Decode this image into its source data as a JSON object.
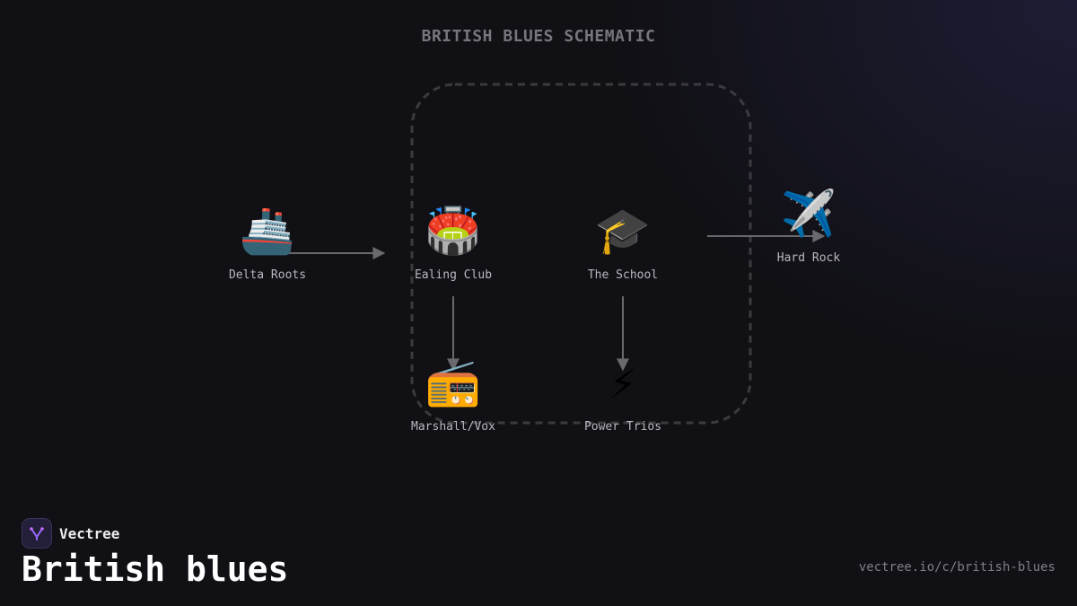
{
  "diagram": {
    "title": "BRITISH BLUES SCHEMATIC",
    "nodes": [
      {
        "id": "delta",
        "emoji": "🚢",
        "label": "Delta Roots"
      },
      {
        "id": "ealing",
        "emoji": "🏟️",
        "label": "Ealing Club"
      },
      {
        "id": "school",
        "emoji": "🎓",
        "label": "The School"
      },
      {
        "id": "hardrock",
        "emoji": "✈️",
        "label": "Hard Rock"
      },
      {
        "id": "marshall",
        "emoji": "📻",
        "label": "Marshall/Vox"
      },
      {
        "id": "trios",
        "emoji": "⚡",
        "label": "Power Trios"
      }
    ],
    "edges": [
      {
        "from": "delta",
        "to": "ealing"
      },
      {
        "from": "school",
        "to": "hardrock"
      },
      {
        "from": "ealing",
        "to": "marshall"
      },
      {
        "from": "school",
        "to": "trios"
      }
    ],
    "colors": {
      "edge": "#6a6a6e",
      "group_border": "#3b3b3f"
    }
  },
  "brand": {
    "name": "Vectree",
    "logo_icon": "vectree-logo-icon"
  },
  "page": {
    "title": "British blues",
    "url": "vectree.io/c/british-blues"
  }
}
